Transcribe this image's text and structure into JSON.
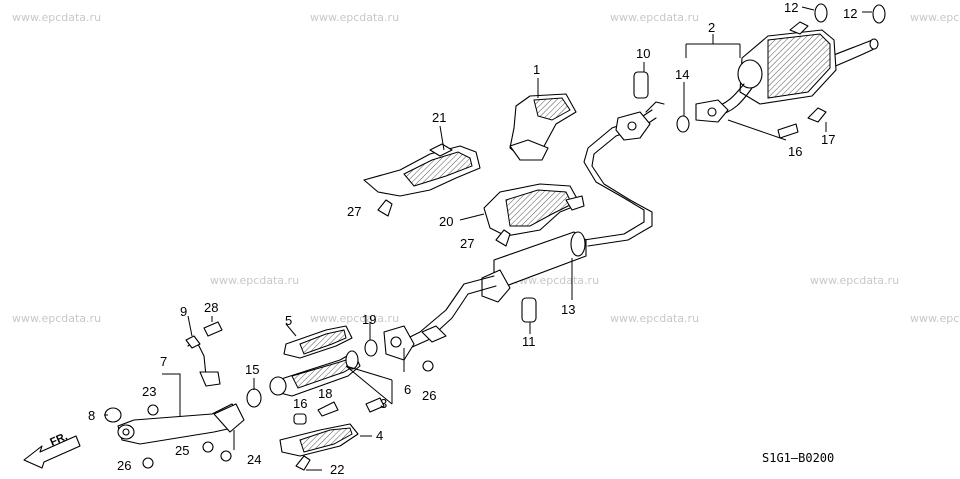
{
  "watermark": "www.epcdata.ru",
  "drawing_code": "S1G1—B0200",
  "front_arrow_label": "FR.",
  "callouts": {
    "c1": "1",
    "c2": "2",
    "c3": "3",
    "c4": "4",
    "c5": "5",
    "c6": "6",
    "c7": "7",
    "c8": "8",
    "c9": "9",
    "c10": "10",
    "c11": "11",
    "c12a": "12",
    "c12b": "12",
    "c13": "13",
    "c14": "14",
    "c15": "15",
    "c16a": "16",
    "c16b": "16",
    "c17": "17",
    "c18": "18",
    "c19": "19",
    "c20": "20",
    "c21": "21",
    "c22": "22",
    "c23": "23",
    "c24": "24",
    "c25": "25",
    "c26a": "26",
    "c26b": "26",
    "c27a": "27",
    "c27b": "27",
    "c28": "28"
  }
}
